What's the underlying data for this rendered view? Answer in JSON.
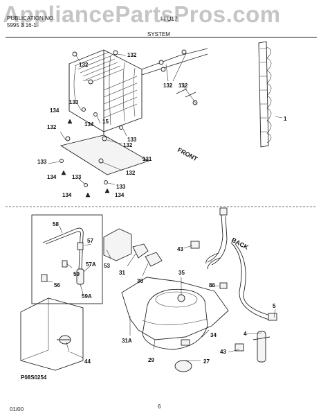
{
  "watermark": "AppliancePartsPros.com",
  "header": {
    "left_line1": "PUBLICATION NO.",
    "left_line2": "5995 3 16-1",
    "model": "FFU17",
    "section": "SYSTEM"
  },
  "diagram_code": "P08S0254",
  "footer": {
    "date": "01/00",
    "page": "6"
  },
  "direction_labels": {
    "front": "FRONT",
    "back": "BACK"
  },
  "callouts": {
    "c132a": "132",
    "c132b": "132",
    "c132c": "132",
    "c132d": "132",
    "c132e": "132",
    "c132f": "132",
    "c133a": "133",
    "c133b": "133",
    "c133c": "133",
    "c133d": "133",
    "c133e": "133",
    "c134a": "134",
    "c134b": "134",
    "c134c": "134",
    "c134d": "134",
    "c134e": "134",
    "c15": "15",
    "c131": "131",
    "c1": "1",
    "c58": "58",
    "c57": "57",
    "c57A": "57A",
    "c59": "59",
    "c56": "56",
    "c59A": "59A",
    "c53": "53",
    "c31": "31",
    "c30": "30",
    "c43a": "43",
    "c43b": "43",
    "c35": "35",
    "c86": "86",
    "c5": "5",
    "c4": "4",
    "c34": "34",
    "c31A": "31A",
    "c29": "29",
    "c27": "27",
    "c44": "44"
  }
}
